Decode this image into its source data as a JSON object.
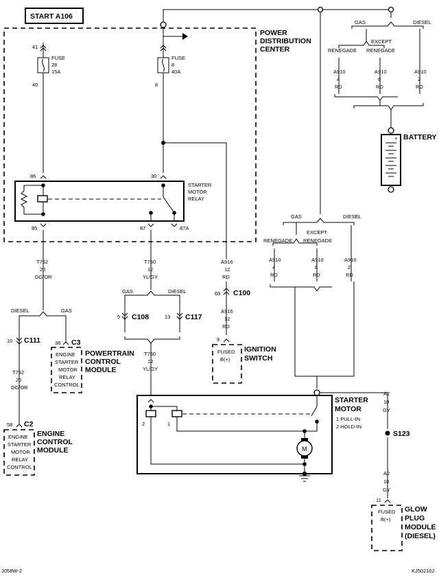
{
  "start_label": "START A106",
  "pdc": {
    "line1": "POWER",
    "line2": "DISTRIBUTION",
    "line3": "CENTER"
  },
  "fuse28": {
    "cav_in": "41",
    "name": "FUSE",
    "num": "28",
    "amp": "15A",
    "cav_out": "40"
  },
  "fuse8": {
    "name": "FUSE",
    "num": "8",
    "amp": "40A",
    "cav_out": "8"
  },
  "relay": {
    "line1": "STARTER",
    "line2": "MOTOR",
    "line3": "RELAY",
    "pin86": "86",
    "pin30": "30",
    "pin85": "85",
    "pin87": "87",
    "pin87a": "87A"
  },
  "battery_bus": {
    "gas": "GAS",
    "diesel": "DIESEL",
    "renegade": "RENEGADE",
    "except1": "EXCEPT",
    "except2": "RENEGADE",
    "w1": [
      "A910",
      "4",
      "RD"
    ],
    "w2": [
      "A910",
      "6",
      "RD"
    ],
    "w3": [
      "A910",
      "2",
      "RD"
    ]
  },
  "battery_label": "BATTERY",
  "starter_bus": {
    "gas": "GAS",
    "diesel": "DIESEL",
    "renegade": "RENEGADE",
    "except1": "EXCEPT",
    "except2": "RENEGADE",
    "w1": [
      "A910",
      "4",
      "RD"
    ],
    "w2": [
      "A910",
      "6",
      "RD"
    ],
    "w3": [
      "A910",
      "2",
      "RD"
    ]
  },
  "wire_t752_top": [
    "T752",
    "20",
    "DG/OR"
  ],
  "wire_t750_top": [
    "T750",
    "12",
    "YL/GY"
  ],
  "wire_a916_top": [
    "A916",
    "12",
    "RD"
  ],
  "wire_a916_bot": [
    "A916",
    "12",
    "RD"
  ],
  "wire_t750_bot": [
    "T750",
    "12",
    "YL/GY"
  ],
  "wire_t752_bot": [
    "T752",
    "20",
    "DG/OR"
  ],
  "wire_a2_top": [
    "A2",
    "10",
    "GY"
  ],
  "wire_a2_bot": [
    "A2",
    "10",
    "GY"
  ],
  "c100": {
    "pin": "69",
    "name": "C100"
  },
  "c108": {
    "pin": "5",
    "name": "C108"
  },
  "c117": {
    "pin": "13",
    "name": "C117"
  },
  "c111": {
    "pin": "10",
    "name": "C111"
  },
  "c3": {
    "pin": "38",
    "name": "C3"
  },
  "c2": {
    "pin": "58",
    "name": "C2"
  },
  "t750_split": {
    "gas": "GAS",
    "diesel": "DIESEL"
  },
  "t752_split": {
    "diesel": "DIESEL",
    "gas": "GAS"
  },
  "ignition": {
    "pin": "9",
    "inner1": "FUSED",
    "inner2": "B(+)",
    "label1": "IGNITION",
    "label2": "SWITCH"
  },
  "pcm": {
    "inner": [
      "ENGINE",
      "STARTER",
      "MOTOR",
      "RELAY",
      "CONTROL"
    ],
    "label": [
      "POWERTRAIN",
      "CONTROL",
      "MODULE"
    ]
  },
  "ecm": {
    "inner": [
      "ENGINE",
      "STARTER",
      "MOTOR",
      "RELAY",
      "CONTROL"
    ],
    "label": [
      "ENGINE",
      "CONTROL",
      "MODULE"
    ]
  },
  "starter_motor": {
    "label1": "STARTER",
    "label2": "MOTOR",
    "note1": "1 PULL-IN",
    "note2": "2 HOLD-IN",
    "coil2": "2",
    "coil1": "1",
    "motor": "M"
  },
  "splice": "S123",
  "glow": {
    "pin": "11",
    "inner1": "FUSED",
    "inner2": "B(+)",
    "label": [
      "GLOW",
      "PLUG",
      "MODULE",
      "(DIESEL)"
    ]
  },
  "footer_left": "J058W-2",
  "footer_right": "KJ502102"
}
